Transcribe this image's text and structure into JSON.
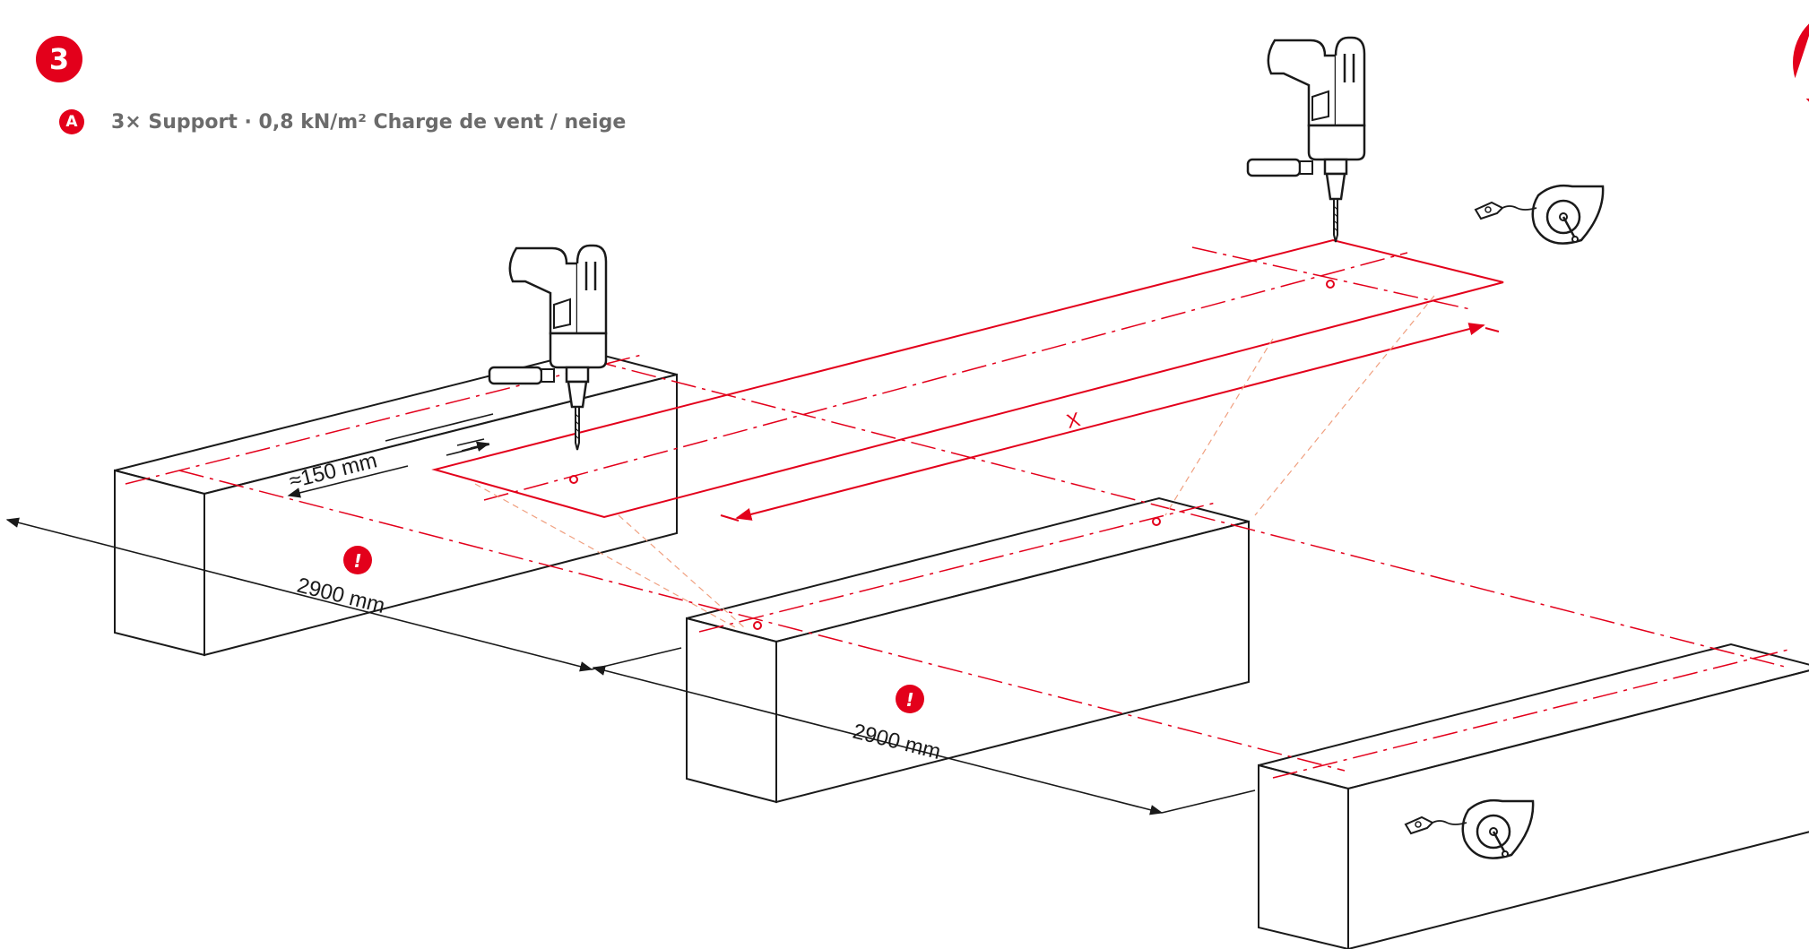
{
  "header": {
    "step_number": "3",
    "sub_label": "A",
    "caption": "3× Support · 0,8 kN/m² Charge de vent / neige"
  },
  "dimensions": {
    "edge_offset": "≈150 mm",
    "spacing_1": "2900 mm",
    "spacing_2": "2900 mm",
    "unknown_length": "X"
  },
  "warnings": {
    "symbol": "!"
  },
  "colors": {
    "accent": "#e3001b",
    "line": "#1a1a1a",
    "text_gray": "#6b6b6b",
    "guide_orange": "#f0a080"
  },
  "icons": [
    "drill-icon",
    "chalk-line-reel-icon",
    "brand-logo"
  ]
}
